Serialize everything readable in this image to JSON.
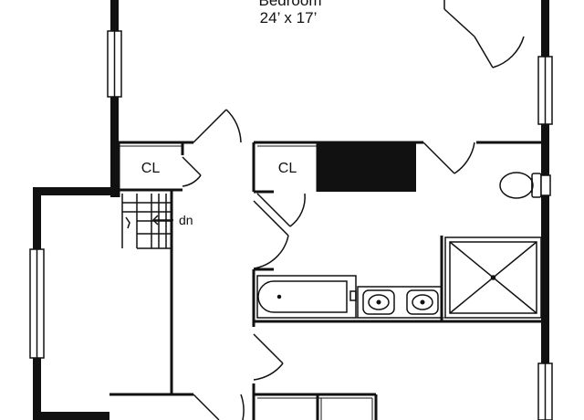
{
  "rooms": {
    "bedroom": {
      "name": "Bedroom",
      "dimensions": "24’ x 17’"
    },
    "closet_left": {
      "name": "CL"
    },
    "closet_center": {
      "name": "CL"
    }
  },
  "stairs": {
    "direction_label": "dn"
  },
  "colors": {
    "wall": "#111111",
    "background": "#ffffff",
    "fixture": "#222222"
  }
}
